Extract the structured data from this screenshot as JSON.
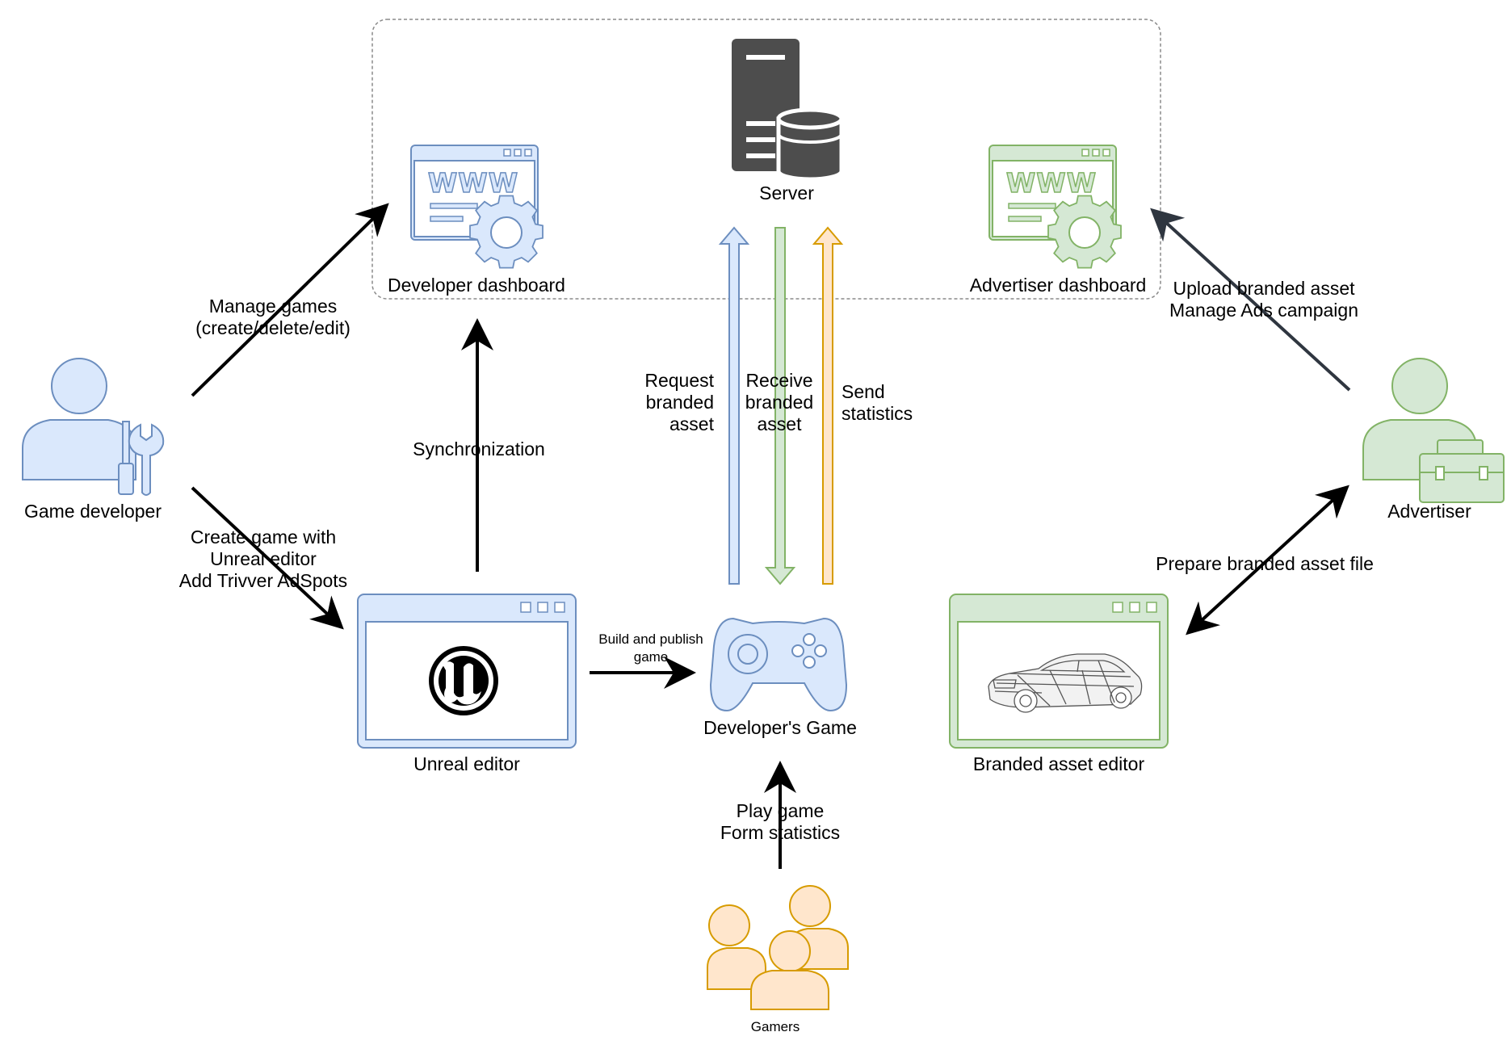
{
  "nodes": {
    "server": "Server",
    "developer_dashboard": "Developer dashboard",
    "advertiser_dashboard": "Advertiser dashboard",
    "game_developer": "Game developer",
    "advertiser": "Advertiser",
    "unreal_editor": "Unreal editor",
    "developers_game": "Developer's Game",
    "branded_asset_editor": "Branded asset editor",
    "gamers": "Gamers"
  },
  "edges": {
    "manage_games": "Manage games\n(create/delete/edit)",
    "create_game": "Create game with\nUnreal editor\nAdd Trivver AdSpots",
    "synchronization": "Synchronization",
    "build_publish": "Build and publish\ngame",
    "request_asset": "Request\nbranded\nasset",
    "receive_asset": "Receive\nbranded\nasset",
    "send_statistics": "Send\nstatistics",
    "upload_asset": "Upload branded asset\nManage Ads campaign",
    "prepare_asset": "Prepare branded asset file",
    "play_game": "Play game\nForm statistics"
  },
  "icons": {
    "server": "server-database-icon",
    "dashboard": "web-settings-icon",
    "developer": "developer-tools-icon",
    "advertiser": "advertiser-toolbox-icon",
    "unreal": "unreal-engine-logo-icon",
    "game": "gamepad-icon",
    "car": "car-wireframe-icon",
    "gamers": "users-group-icon"
  },
  "colors": {
    "blue_fill": "#dae8fc",
    "blue_stroke": "#6c8ebf",
    "green_fill": "#d5e8d4",
    "green_stroke": "#82b366",
    "orange_fill": "#ffe6cc",
    "orange_stroke": "#d79b00",
    "server_dark": "#4d4d4d",
    "arrow": "#000000"
  }
}
